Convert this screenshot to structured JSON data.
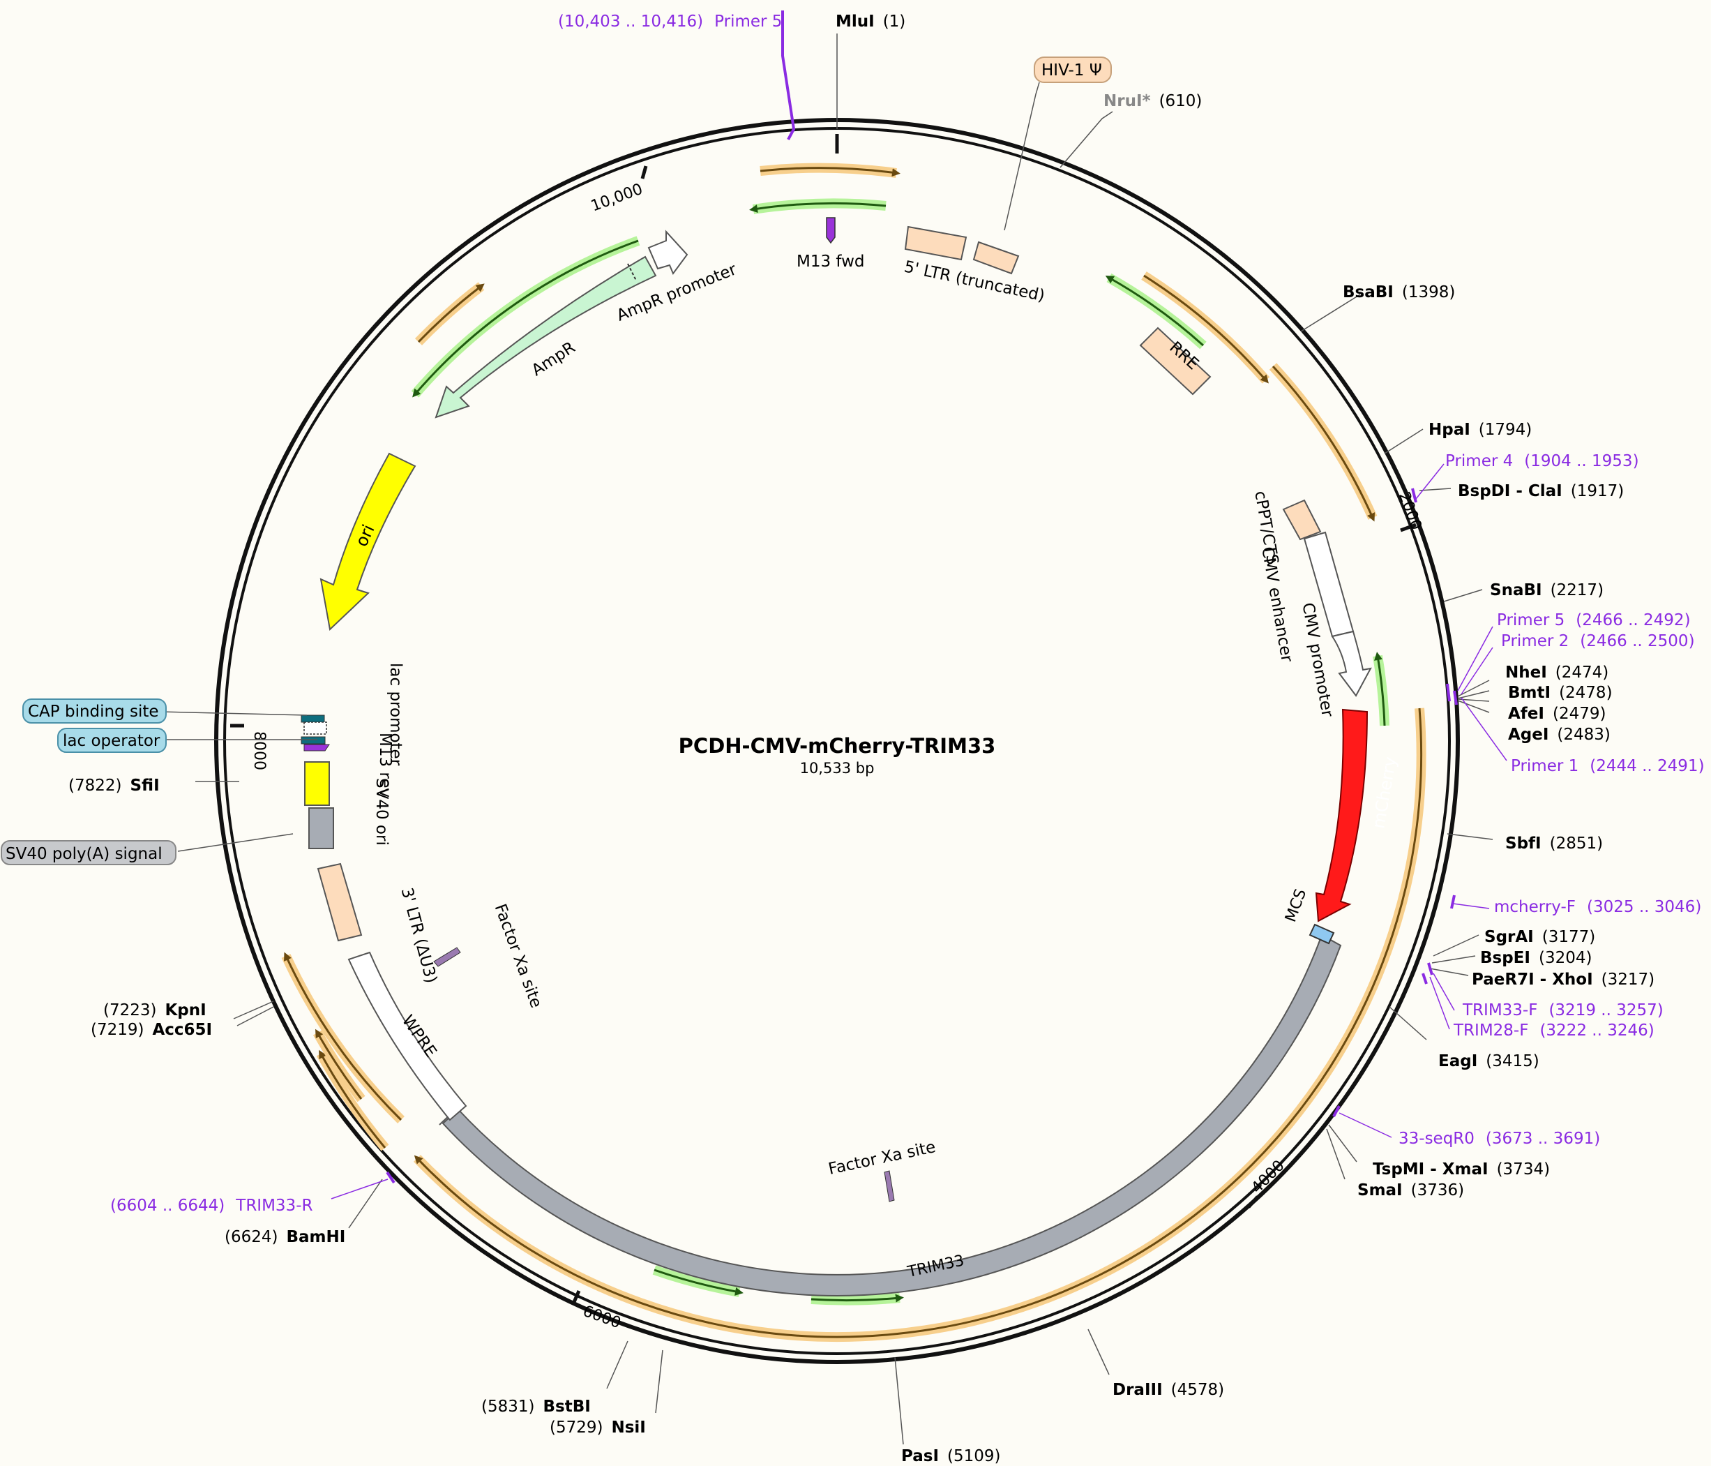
{
  "title": "PCDH-CMV-mCherry-TRIM33",
  "size": "10,533 bp",
  "colors": {
    "background": "#fdfcf6",
    "primer": "#8a2be2",
    "backbone": "#111111",
    "orange_feature": "#f7b960",
    "green_feature": "#8ee06a",
    "mcherry": "#ff1a1a",
    "ori": "#ffff00",
    "trim33": "#a7acb4",
    "ltr": "#fddcbc",
    "ampr": "#c9f5d2",
    "mcs": "#8fc8f0"
  },
  "ticks": [
    "10,000",
    "2000",
    "4000",
    "6000",
    "8000"
  ],
  "sites": [
    {
      "name": "MluI",
      "pos": "(1)"
    },
    {
      "name": "NruI*",
      "pos": "(610)"
    },
    {
      "name": "BsaBI",
      "pos": "(1398)"
    },
    {
      "name": "HpaI",
      "pos": "(1794)"
    },
    {
      "name": "BspDI - ClaI",
      "pos": "(1917)"
    },
    {
      "name": "SnaBI",
      "pos": "(2217)"
    },
    {
      "name": "NheI",
      "pos": "(2474)"
    },
    {
      "name": "BmtI",
      "pos": "(2478)"
    },
    {
      "name": "AfeI",
      "pos": "(2479)"
    },
    {
      "name": "AgeI",
      "pos": "(2483)"
    },
    {
      "name": "SbfI",
      "pos": "(2851)"
    },
    {
      "name": "SgrAI",
      "pos": "(3177)"
    },
    {
      "name": "BspEI",
      "pos": "(3204)"
    },
    {
      "name": "PaeR7I - XhoI",
      "pos": "(3217)"
    },
    {
      "name": "EagI",
      "pos": "(3415)"
    },
    {
      "name": "TspMI - XmaI",
      "pos": "(3734)"
    },
    {
      "name": "SmaI",
      "pos": "(3736)"
    },
    {
      "name": "DraIII",
      "pos": "(4578)"
    },
    {
      "name": "PasI",
      "pos": "(5109)"
    },
    {
      "name": "NsiI",
      "pos": "(5729)"
    },
    {
      "name": "BstBI",
      "pos": "(5831)"
    },
    {
      "name": "BamHI",
      "pos": "(6624)"
    },
    {
      "name": "Acc65I",
      "pos": "(7219)"
    },
    {
      "name": "KpnI",
      "pos": "(7223)"
    },
    {
      "name": "SfiI",
      "pos": "(7822)"
    }
  ],
  "primers": [
    {
      "name": "Primer 5",
      "range": "(10,403 .. 10,416)"
    },
    {
      "name": "Primer 4",
      "range": "(1904 .. 1953)"
    },
    {
      "name": "Primer 5",
      "range": "(2466 .. 2492)"
    },
    {
      "name": "Primer 2",
      "range": "(2466 .. 2500)"
    },
    {
      "name": "Primer 1",
      "range": "(2444 .. 2491)"
    },
    {
      "name": "mcherry-F",
      "range": "(3025 .. 3046)"
    },
    {
      "name": "TRIM33-F",
      "range": "(3219 .. 3257)"
    },
    {
      "name": "TRIM28-F",
      "range": "(3222 .. 3246)"
    },
    {
      "name": "33-seqR0",
      "range": "(3673 .. 3691)"
    },
    {
      "name": "TRIM33-R",
      "range": "(6604 .. 6644)"
    }
  ],
  "features": {
    "hiv_psi": "HIV-1 Ψ",
    "m13_fwd": "M13 fwd",
    "ltr5": "5' LTR (truncated)",
    "rre": "RRE",
    "cppt": "cPPT/CTS",
    "cmv_enh": "CMV enhancer",
    "cmv_prom": "CMV promoter",
    "mcherry": "mCherry",
    "mcs": "MCS",
    "trim33": "TRIM33",
    "factor_xa": "Factor Xa site",
    "factor_xa2": "Factor Xa site",
    "wpre": "WPRE",
    "ltr3": "3' LTR (ΔU3)",
    "sv40_ori": "SV40 ori",
    "m13_rev": "M13 rev",
    "lac_prom": "lac promoter",
    "ori": "ori",
    "ampr": "AmpR",
    "ampr_prom": "AmpR promoter",
    "cap": "CAP binding site",
    "lac_op": "lac operator",
    "sv40_pa": "SV40 poly(A) signal"
  }
}
